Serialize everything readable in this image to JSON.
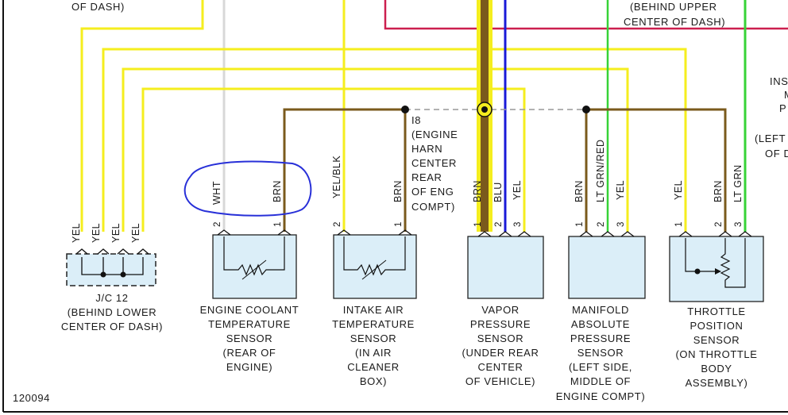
{
  "colors": {
    "yellow": "#f5ee1e",
    "brown": "#7a5a1c",
    "blue": "#1a1ad8",
    "green": "#37d337",
    "red": "#cc1f4f",
    "white_wire": "#d8d8d8",
    "component_fill": "#dbeef8",
    "annotation": "#2830d8"
  },
  "texts": {
    "top_left": "OF DASH)",
    "behind_upper_1": "(BEHIND UPPER",
    "behind_upper_2": "CENTER OF DASH)",
    "right_1": "INS",
    "right_2": "M",
    "right_3": "P",
    "right_4": "(LEFT",
    "right_5": "OF D",
    "i8": [
      "I8",
      "(ENGINE",
      "HARN",
      "CENTER",
      "REAR",
      "OF ENG",
      "COMPT)"
    ],
    "fig_number": "120094"
  },
  "jc12": {
    "wires": [
      "YEL",
      "YEL",
      "YEL",
      "YEL"
    ],
    "label": [
      "J/C 12",
      "(BEHIND LOWER",
      "CENTER OF DASH)"
    ]
  },
  "components": [
    {
      "id": "ect",
      "label": [
        "ENGINE COOLANT",
        "TEMPERATURE",
        "SENSOR",
        "(REAR OF",
        "ENGINE)"
      ],
      "pins": [
        {
          "num": "2",
          "wire": "WHT"
        },
        {
          "num": "1",
          "wire": "BRN"
        }
      ]
    },
    {
      "id": "iat",
      "label": [
        "INTAKE AIR",
        "TEMPERATURE",
        "SENSOR",
        "(IN AIR",
        "CLEANER",
        "BOX)"
      ],
      "pins": [
        {
          "num": "2",
          "wire": "YEL/BLK"
        },
        {
          "num": "1",
          "wire": "BRN"
        }
      ]
    },
    {
      "id": "vapor",
      "label": [
        "VAPOR",
        "PRESSURE",
        "SENSOR",
        "(UNDER REAR",
        "CENTER",
        "OF VEHICLE)"
      ],
      "pins": [
        {
          "num": "1",
          "wire": "BRN"
        },
        {
          "num": "2",
          "wire": "BLU"
        },
        {
          "num": "3",
          "wire": "YEL"
        }
      ]
    },
    {
      "id": "map",
      "label": [
        "MANIFOLD",
        "ABSOLUTE",
        "PRESSURE",
        "SENSOR",
        "(LEFT SIDE,",
        "MIDDLE OF",
        "ENGINE COMPT)"
      ],
      "pins": [
        {
          "num": "1",
          "wire": "BRN"
        },
        {
          "num": "2",
          "wire": "LT GRN/RED"
        },
        {
          "num": "3",
          "wire": "YEL"
        }
      ]
    },
    {
      "id": "tps",
      "label": [
        "THROTTLE",
        "POSITION",
        "SENSOR",
        "(ON THROTTLE",
        "BODY",
        "ASSEMBLY)"
      ],
      "pins": [
        {
          "num": "1",
          "wire": "YEL"
        },
        {
          "num": "2",
          "wire": "BRN"
        },
        {
          "num": "3",
          "wire": "LT GRN"
        }
      ]
    }
  ]
}
